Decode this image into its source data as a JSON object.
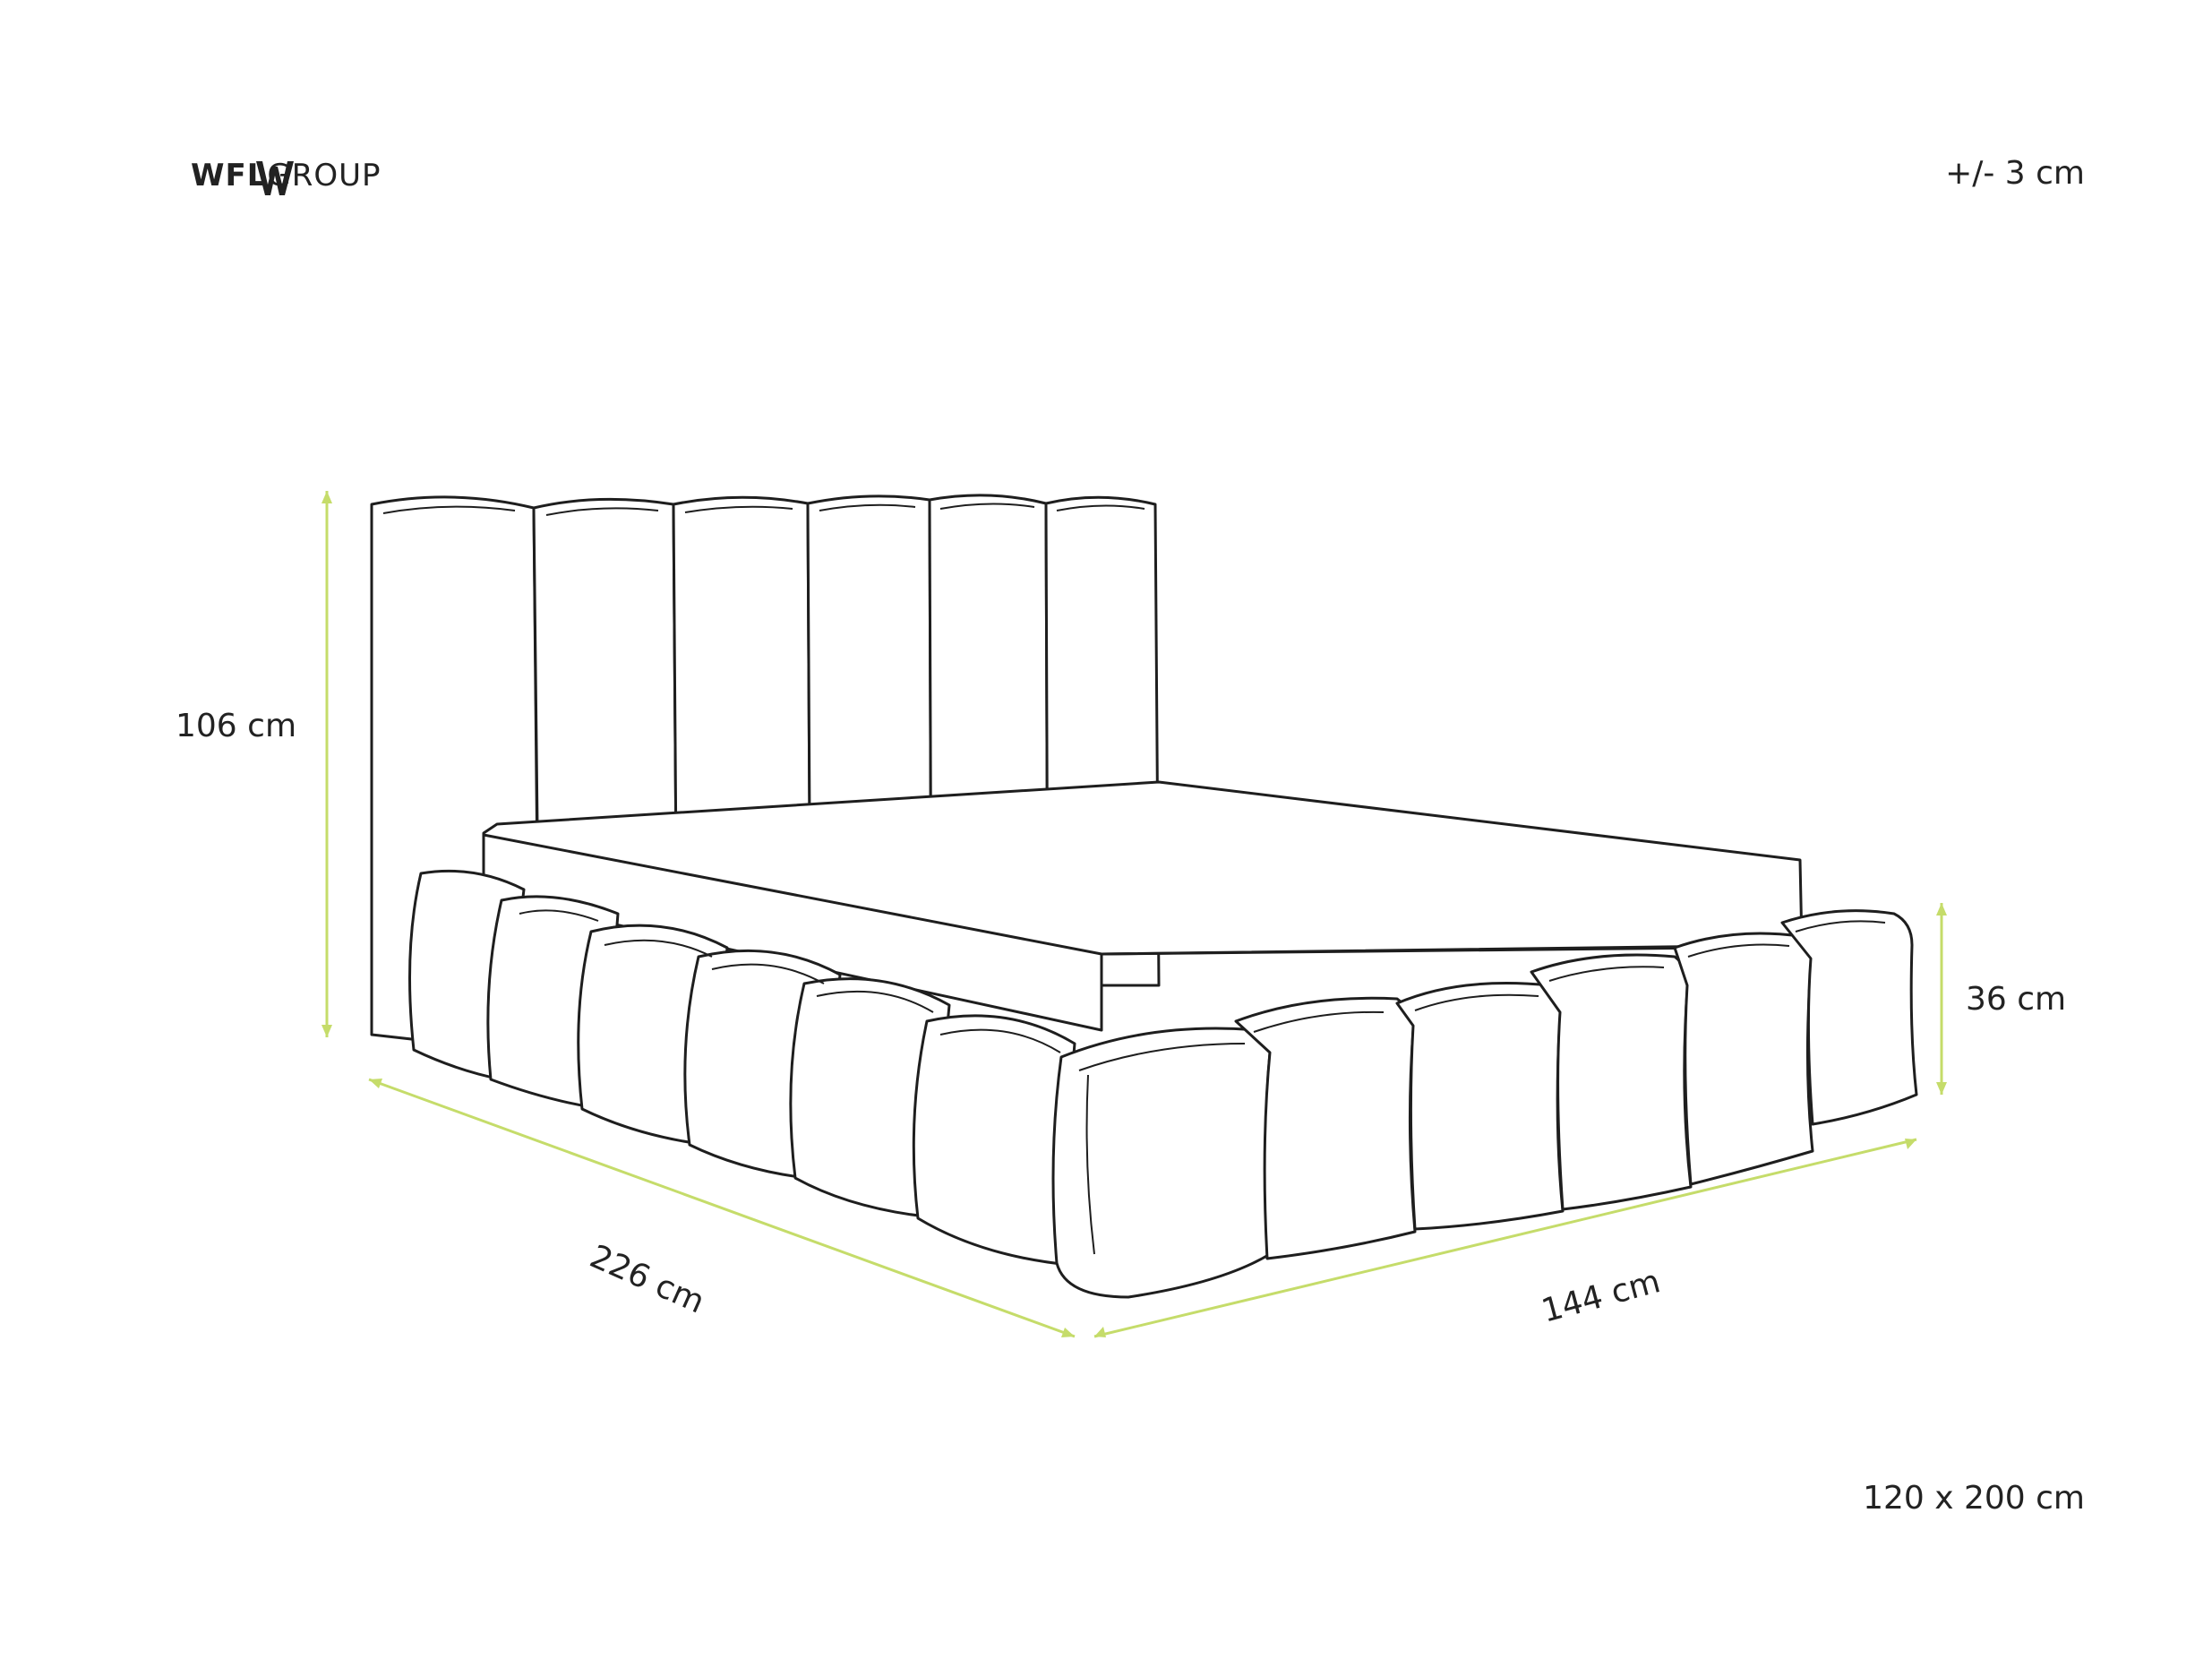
{
  "brand": {
    "bold": "WFL",
    "regular": "GROUP",
    "logo_icon": "w-logo-icon"
  },
  "tolerance": "+/- 3 cm",
  "size_note": "120 x 200 cm",
  "dimensions": {
    "height": "106 cm",
    "base_height": "36 cm",
    "length": "226 cm",
    "width": "144 cm"
  },
  "colors": {
    "dimension_line": "#c5dc6a",
    "outline": "#1e1e1e",
    "text": "#222222"
  }
}
